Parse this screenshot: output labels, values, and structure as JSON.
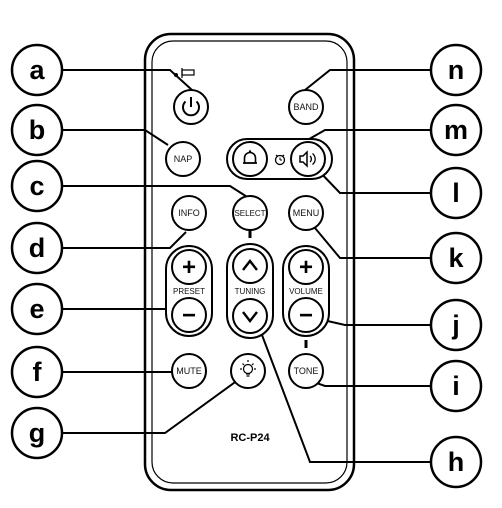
{
  "model": "RC-P24",
  "buttons": {
    "power": "",
    "band": "BAND",
    "nap": "NAP",
    "alarm_left": "",
    "alarm_right": "",
    "info": "INFO",
    "select": "SELECT",
    "menu": "MENU",
    "preset_label": "PRESET",
    "tuning_label": "TUNING",
    "volume_label": "VOLUME",
    "plus": "+",
    "minus": "−",
    "mute": "MUTE",
    "tone": "TONE"
  },
  "callouts": [
    "a",
    "b",
    "c",
    "d",
    "e",
    "f",
    "g",
    "h",
    "i",
    "j",
    "k",
    "l",
    "m",
    "n"
  ]
}
